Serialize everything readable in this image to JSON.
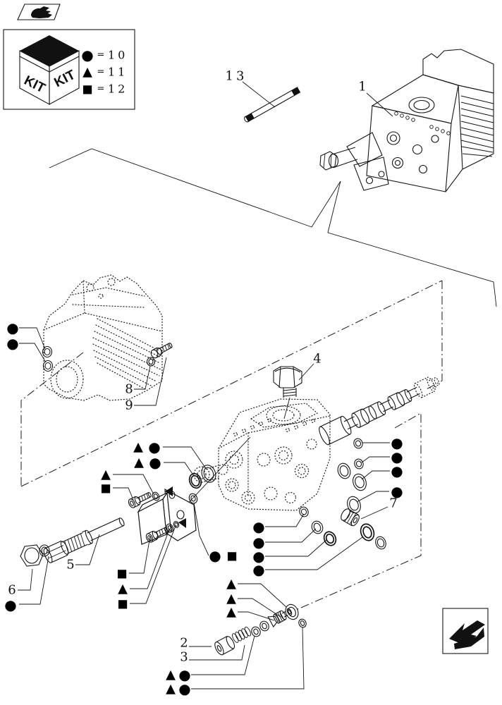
{
  "colors": {
    "ink": "#000000",
    "paper": "#ffffff"
  },
  "icons": {
    "top_left": "hand-book-icon",
    "bottom_right": "page-continuation-arrow-icon"
  },
  "kit_legend": {
    "cube_text_left": "KIT",
    "cube_text_right": "KIT",
    "entries": [
      {
        "symbol": "circle-marker",
        "glyph": "●",
        "eq": "=",
        "value": "10"
      },
      {
        "symbol": "triangle-marker",
        "glyph": "▲",
        "eq": "=",
        "value": "11"
      },
      {
        "symbol": "square-marker",
        "glyph": "■",
        "eq": "=",
        "value": "12"
      }
    ]
  },
  "markers": {
    "circle": "●",
    "triangle": "▲",
    "square": "■"
  },
  "parts": {
    "p1": "1",
    "p2": "2",
    "p3": "3",
    "p4": "4",
    "p5": "5",
    "p6": "6",
    "p7": "7",
    "p8": "8",
    "p9": "9",
    "p13": "13"
  }
}
